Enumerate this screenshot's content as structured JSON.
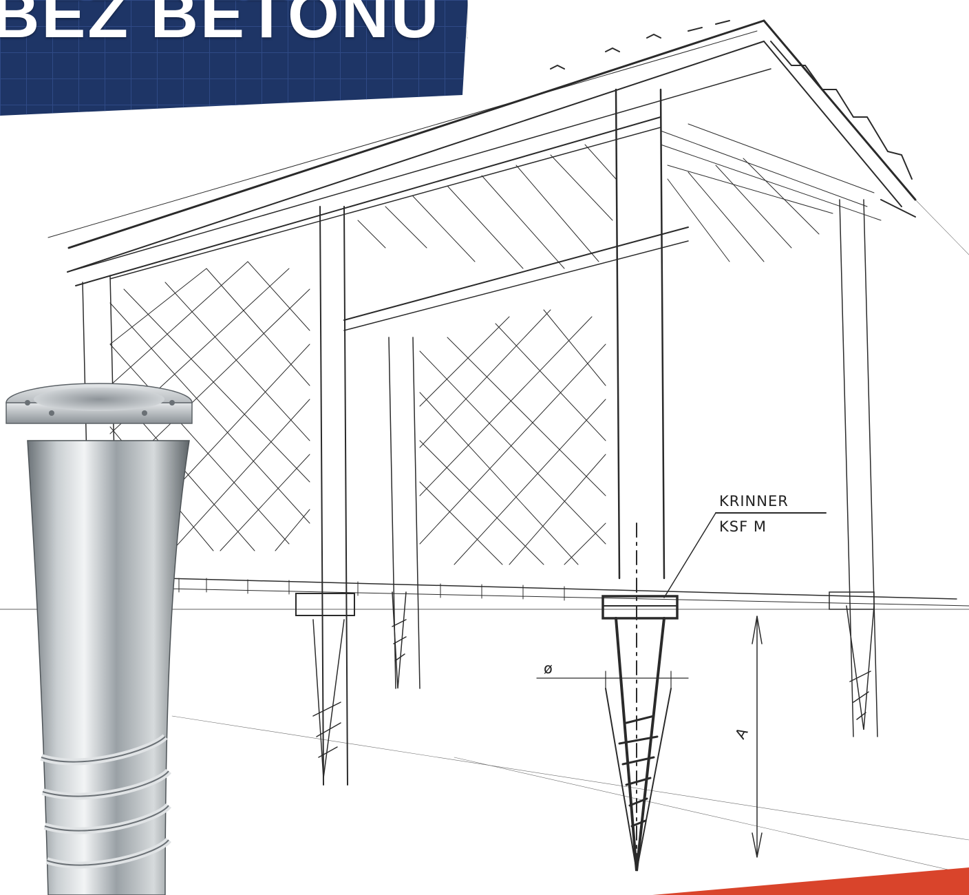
{
  "banner": {
    "title": "BEZ BETONU !",
    "background_color": "#1e3566",
    "grid_color": "#2f4a86"
  },
  "sketch": {
    "label_brand": "KRINNER",
    "label_model": "KSF M",
    "diameter_symbol": "ø",
    "dimension_symbol": "A",
    "line_color": "#2a2a2a"
  },
  "accent": {
    "bottom_bar_color": "#d9442b"
  }
}
